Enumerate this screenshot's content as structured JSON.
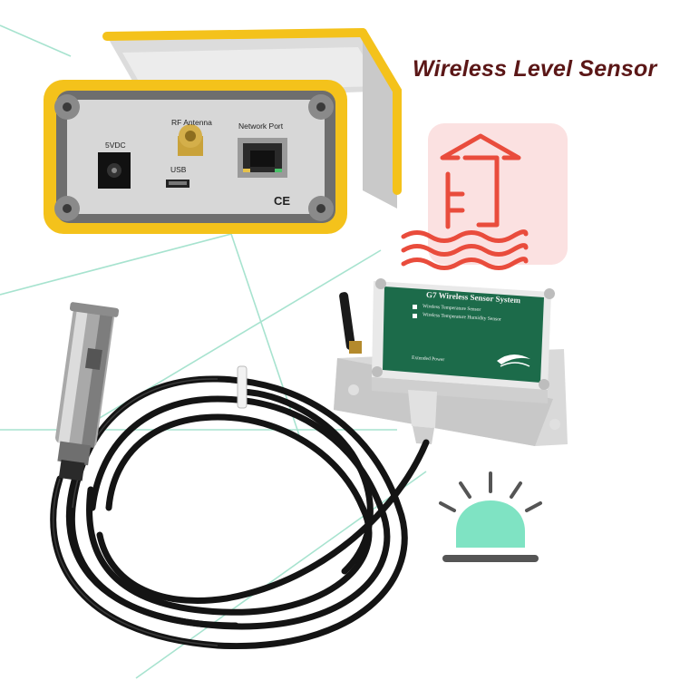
{
  "title": "Wireless Level Sensor",
  "receiver": {
    "labels": {
      "rf_antenna": "RF Antenna",
      "network_port": "Network Port",
      "power": "5VDC",
      "usb": "USB",
      "ce_mark": "CE"
    }
  },
  "transmitter": {
    "brand_title": "G7 Wireless Sensor System",
    "option_1": "Wireless Temperature Sensor",
    "option_2": "Wireless Temperature Humidity Sensor",
    "footer": "Extended Power"
  },
  "icons": {
    "level_icon": "rising-water-level-icon",
    "alarm_icon": "alarm-beacon-icon"
  },
  "colors": {
    "title": "#5b1717",
    "receiver_frame": "#f4c21b",
    "level_icon": "#e94c3c",
    "level_bg": "#fbe1e1",
    "alarm_light": "#7fe3c3",
    "transmitter_face": "#1c6b4a",
    "decor_lines": "#9fe1cc"
  }
}
